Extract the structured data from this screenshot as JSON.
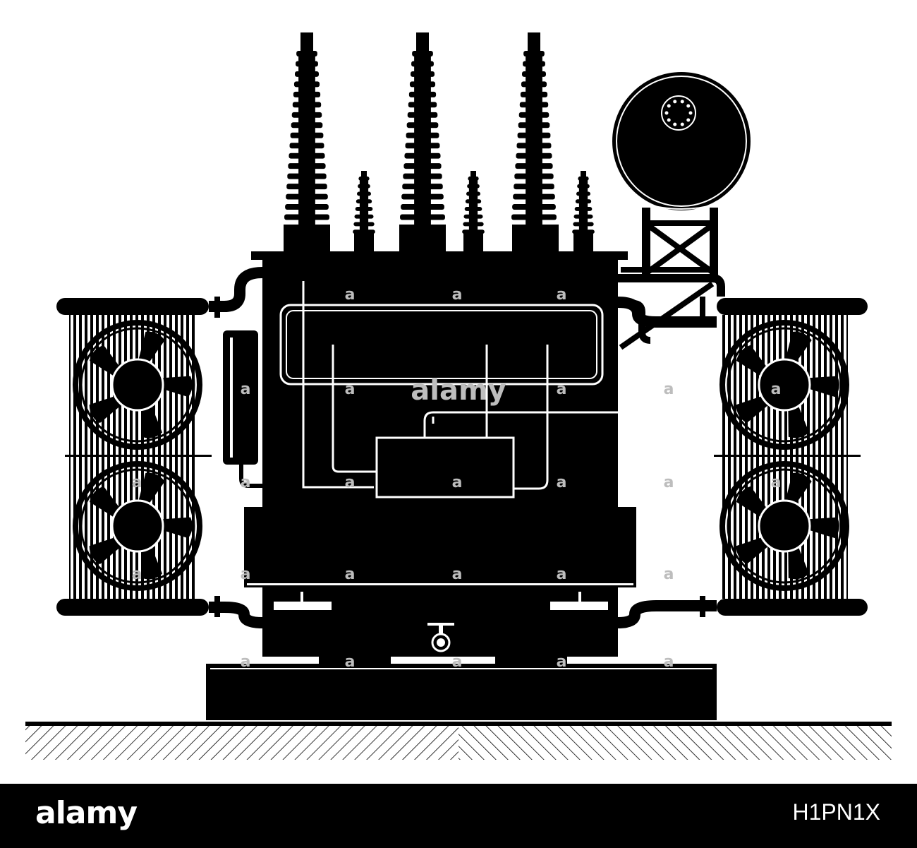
{
  "colors": {
    "ink": "#000000",
    "paper": "#ffffff",
    "watermark": "#bdbdbd"
  },
  "watermark": {
    "center_text": "alamy",
    "tile_letter": "a"
  },
  "footer": {
    "brand": "alamy",
    "image_code": "H1PN1X"
  },
  "icons": [
    "fan-icon",
    "bushing-icon",
    "valve-icon",
    "conservator-tank-icon"
  ]
}
